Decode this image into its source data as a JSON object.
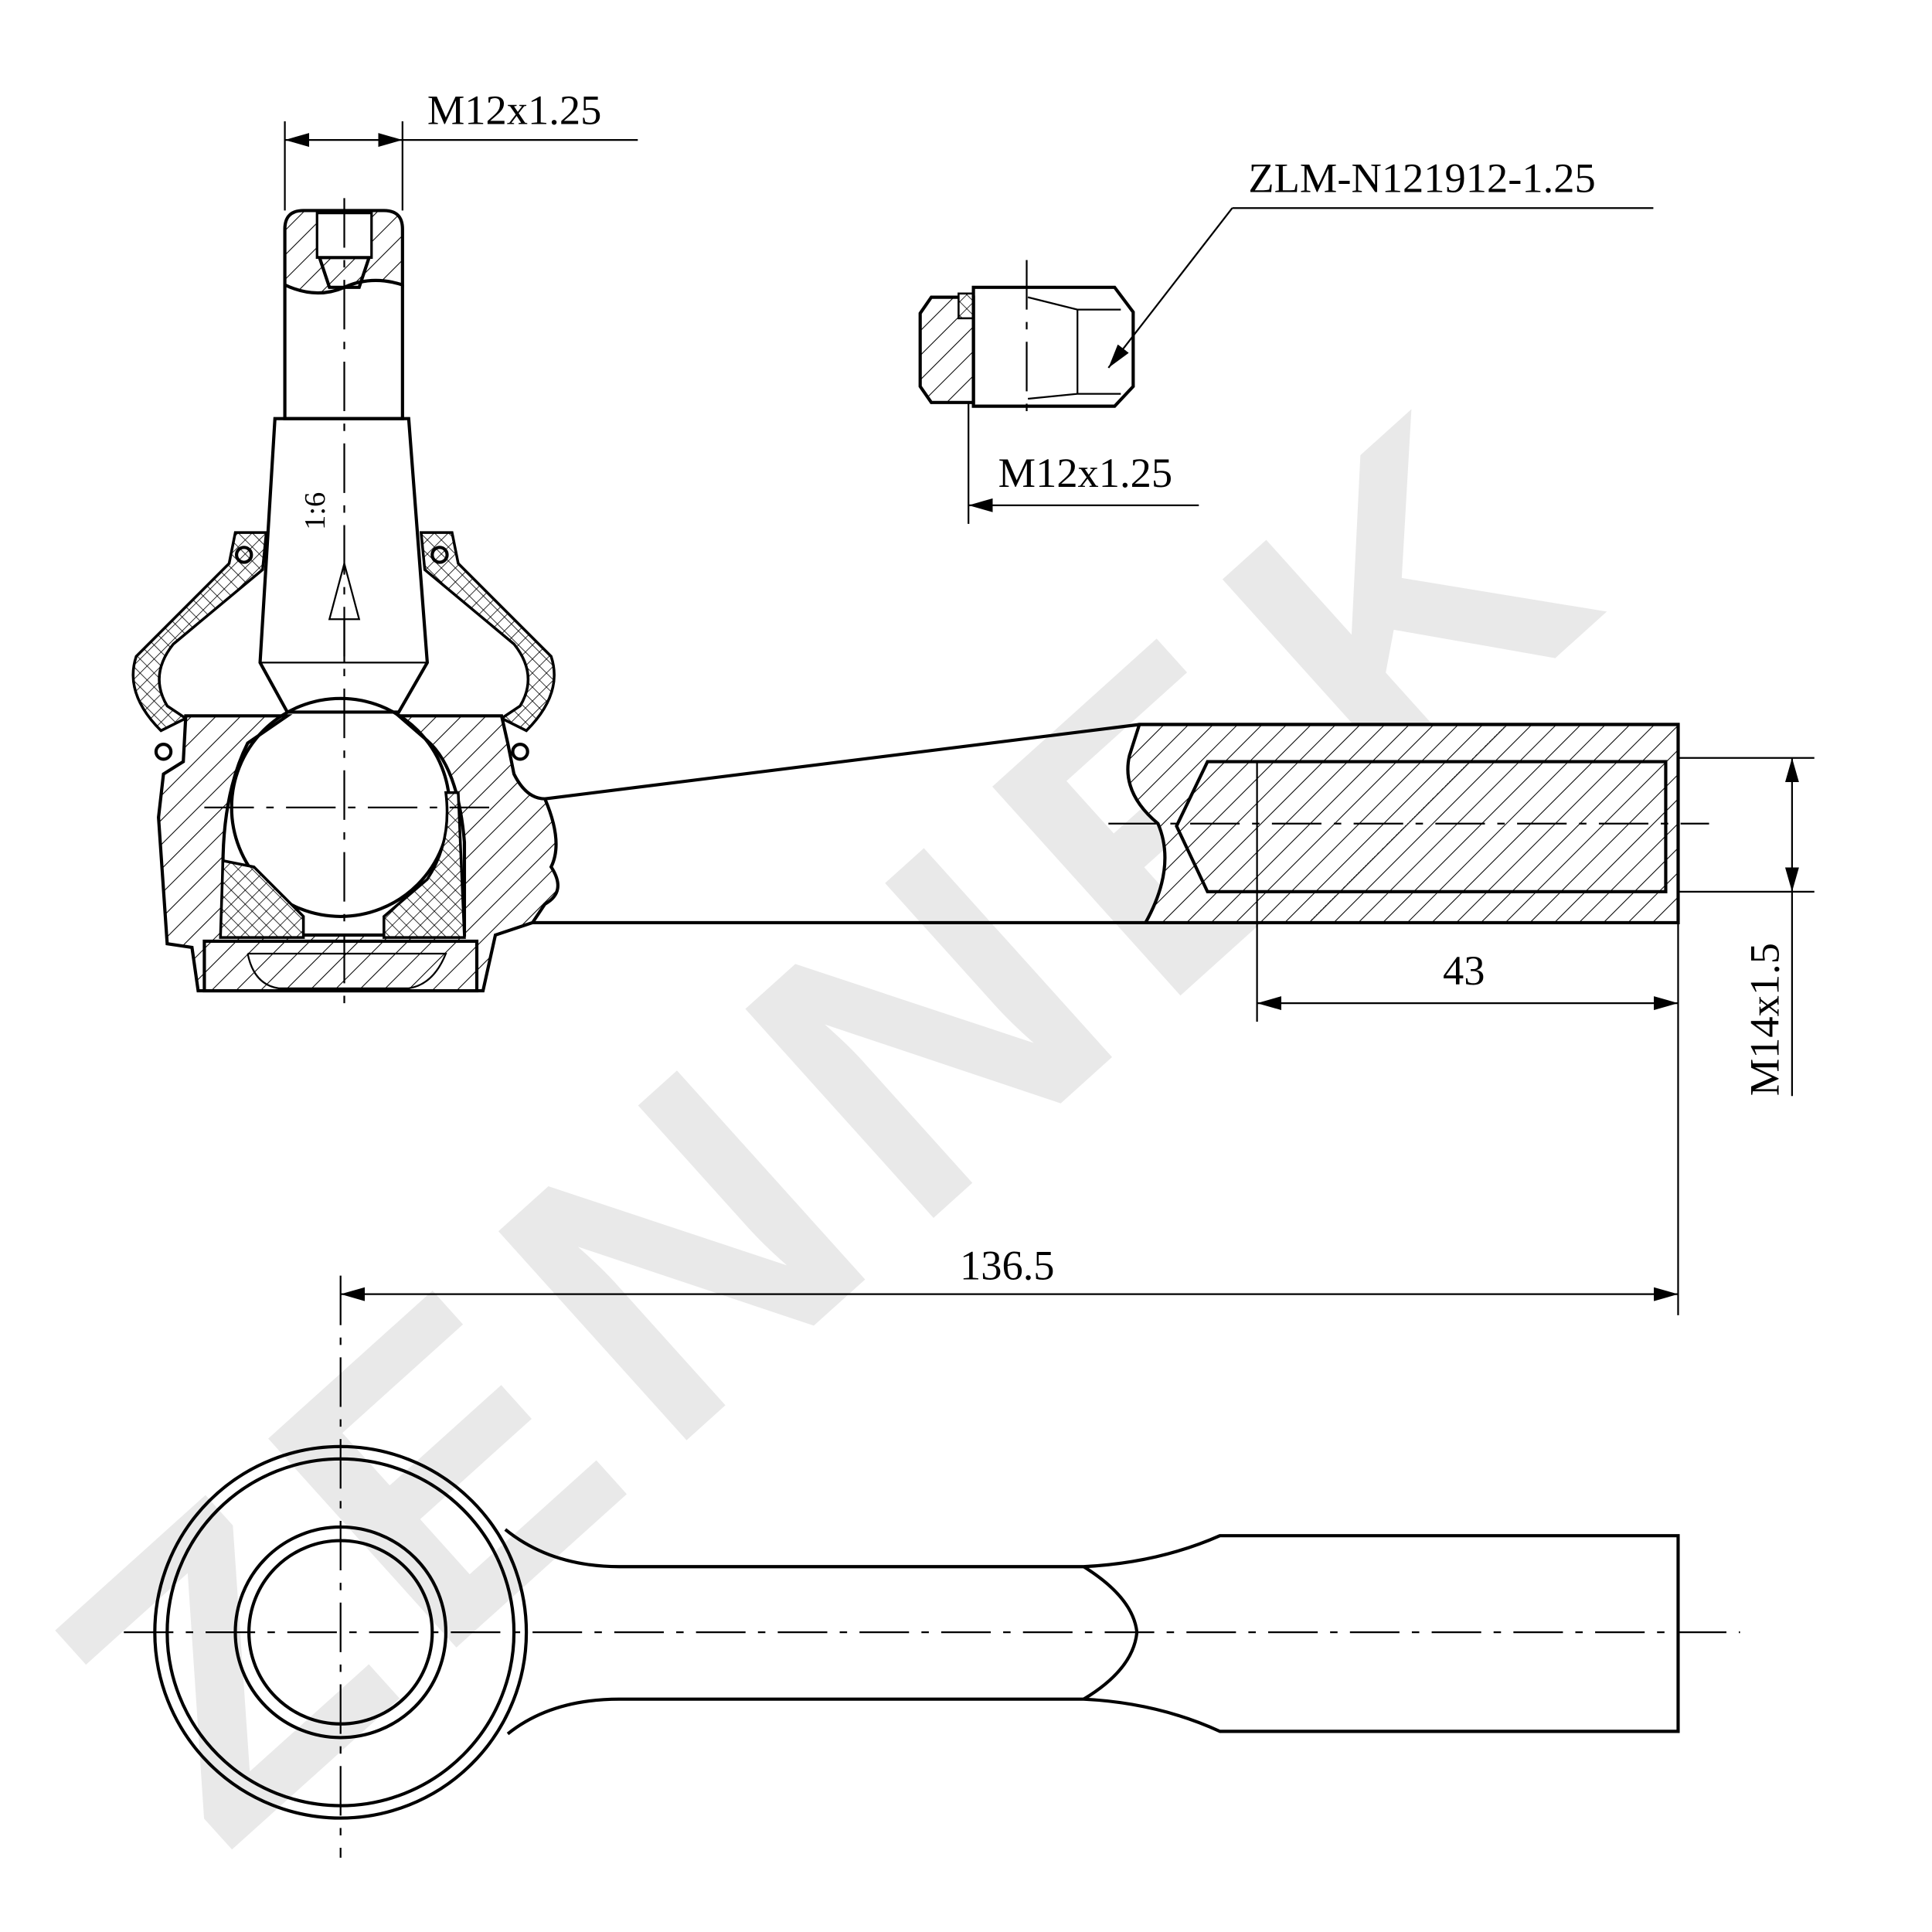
{
  "watermark": "ZENNEK",
  "labels": {
    "stud_thread": "M12x1.25",
    "nut_part_number": "ZLM-N121912-1.25",
    "nut_thread": "M12x1.25",
    "taper": "1:6",
    "inner_thread": "M14x1.5",
    "thread_depth": "43",
    "overall_length": "136.5"
  }
}
